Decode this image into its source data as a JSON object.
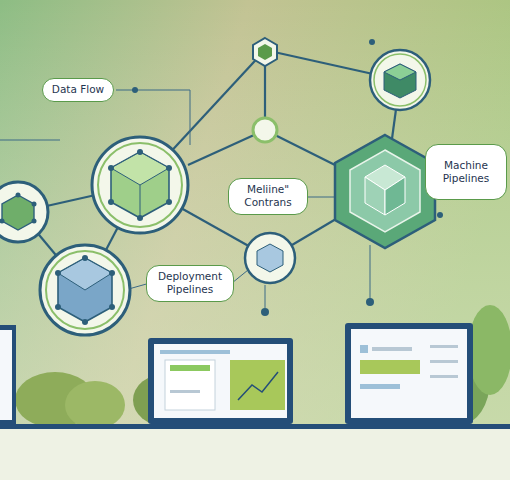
{
  "diagram": {
    "nodes": [
      {
        "text": [
          "Data Flow"
        ]
      },
      {
        "text": [
          "Machine Pipelines"
        ]
      },
      {
        "text": [
          "Meliine\" Contrans"
        ]
      },
      {
        "text": [
          "Deployment Pipelines"
        ]
      }
    ]
  }
}
